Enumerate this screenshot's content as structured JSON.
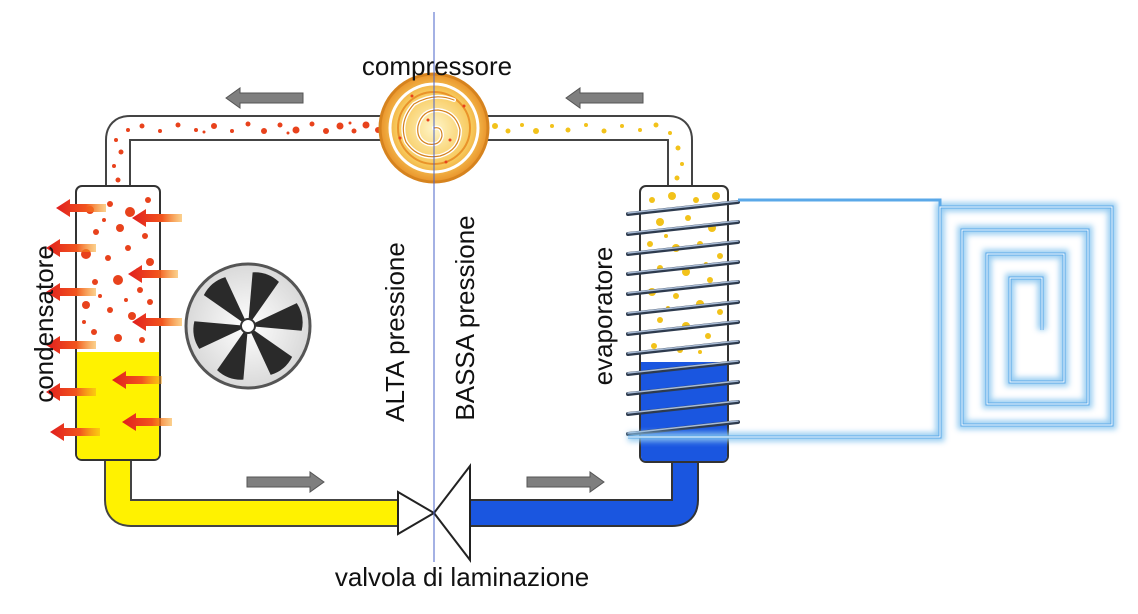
{
  "labels": {
    "compressor": "compressore",
    "condenser": "condensatore",
    "evaporator": "evaporatore",
    "high_pressure": "ALTA pressione",
    "low_pressure": "BASSA pressione",
    "valve": "valvola di laminazione"
  },
  "colors": {
    "hot_dots": "#e8421c",
    "cold_dots": "#f2c21a",
    "liquid_high": "#fff200",
    "liquid_low": "#1a56e0",
    "heat_arrow": "#e8261c",
    "flow_arrow": "#7f7f7f",
    "coil": "#8ec8f0",
    "divider": "#4a63c9"
  },
  "icons": {
    "compressor": "compressor-spiral-icon",
    "fan": "fan-icon",
    "valve": "expansion-valve-icon",
    "coil": "floor-heating-coil-icon"
  }
}
